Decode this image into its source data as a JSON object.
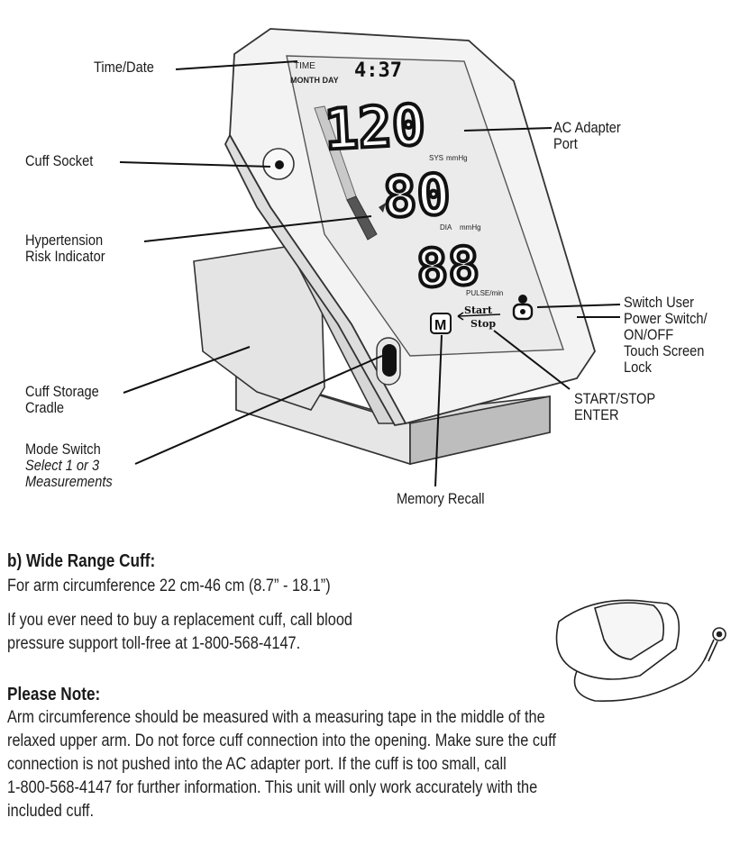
{
  "diagram": {
    "labels": {
      "time_date": "Time/Date",
      "cuff_socket": "Cuff Socket",
      "hypertension_line1": "Hypertension",
      "hypertension_line2": "Risk Indicator",
      "cuff_storage_line1": "Cuff Storage",
      "cuff_storage_line2": "Cradle",
      "mode_switch": "Mode Switch",
      "mode_switch_sub1": "Select 1 or 3",
      "mode_switch_sub2": "Measurements",
      "ac_adapter_line1": "AC Adapter",
      "ac_adapter_line2": "Port",
      "switch_user": "Switch User",
      "power_line1": "Power Switch/",
      "power_line2": "ON/OFF",
      "power_line3": "Touch Screen",
      "power_line4": "Lock",
      "start_stop_line1": "START/STOP",
      "start_stop_line2": "ENTER",
      "memory_recall": "Memory Recall"
    },
    "display": {
      "time_label": "TIME",
      "month_day_label": "MONTH DAY",
      "time_value": "4:37",
      "systolic": "120",
      "sys_label": "SYS",
      "unit_sys": "mmHg",
      "diastolic": "80",
      "dia_label": "DIA",
      "unit_dia": "mmHg",
      "pulse": "88",
      "pulse_label": "PULSE/min",
      "start_label": "Start",
      "stop_label": "Stop",
      "memory_button": "M"
    }
  },
  "section": {
    "heading": "b) Wide Range Cuff:",
    "circumference": "For arm circumference 22 cm-46 cm (8.7” - 18.1”)",
    "replacement_line1": "If you ever need to buy a replacement cuff, call blood",
    "replacement_line2": "pressure support toll-free at 1-800-568-4147.",
    "note_heading": "Please Note:",
    "note_lines": [
      "Arm circumference should be measured with a measuring tape in the middle of the",
      "relaxed upper arm. Do not force cuff connection into the opening. Make sure the cuff",
      "connection is not pushed into the AC adapter port. If the cuff is too small, call",
      "1-800-568-4147 for further information. This unit will only work accurately with the",
      "included cuff."
    ]
  }
}
